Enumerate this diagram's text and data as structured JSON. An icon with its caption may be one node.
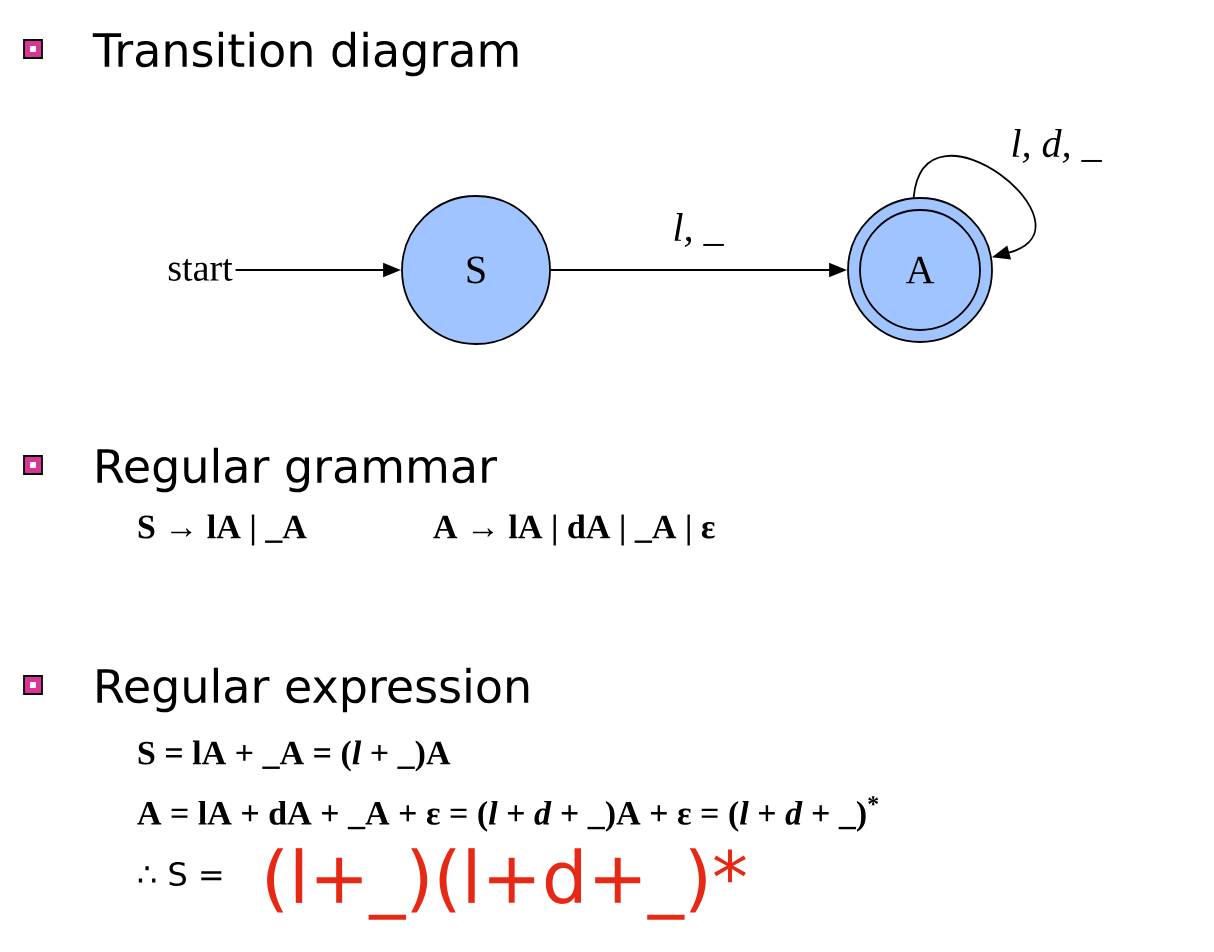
{
  "diagram": {
    "nodes": [
      {
        "text": [
          "start"
        ]
      },
      {
        "text": [
          "S"
        ]
      },
      {
        "text": [
          "A"
        ]
      }
    ],
    "edges": [
      {
        "from": 0,
        "to": 1,
        "arrow": "to"
      },
      {
        "from": 1,
        "to": 2,
        "arrow": "to",
        "label": "*l*, _"
      },
      {
        "from": 2,
        "to": 2,
        "arrow": "to",
        "label": "*l*, *d*, _"
      }
    ],
    "labels": [
      "Transition diagram",
      "Regular grammar",
      "S → lA | _A",
      "A → lA | dA | _A | ε",
      "Regular expression",
      "S = lA + _A = (*l* + _)A",
      "A = lA + dA + _A + ε = (*l* + *d* + _)A + ε =  (*l* + *d* + _)$^{*}$",
      "∴ S =",
      "(l+_)(l+d+_)*"
    ]
  }
}
